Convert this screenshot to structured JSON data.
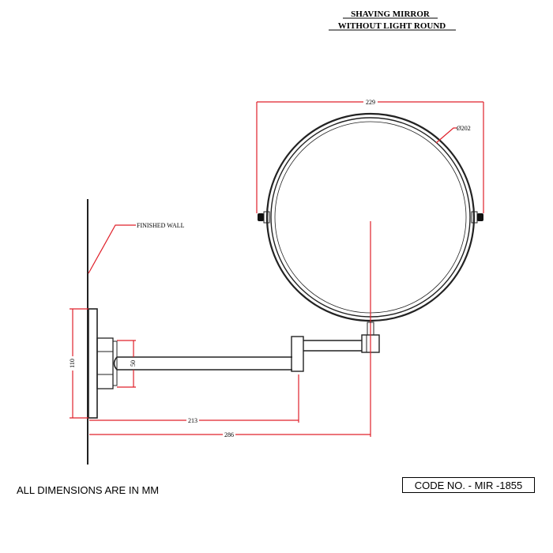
{
  "title": {
    "line1": "SHAVING MIRROR",
    "line2": "WITHOUT LIGHT ROUND"
  },
  "labels": {
    "finished_wall": "FINISHED WALL"
  },
  "dimensions": {
    "overall_width": "229",
    "mirror_diameter": "Ø202",
    "plate_height": "110",
    "bracket_height": "50",
    "arm_length": "213",
    "projection": "286"
  },
  "notes": {
    "units": "ALL DIMENSIONS ARE IN MM"
  },
  "code": {
    "text": "CODE NO. - MIR -1855"
  },
  "colors": {
    "dimension": "#e0202a",
    "ink": "#222222"
  }
}
